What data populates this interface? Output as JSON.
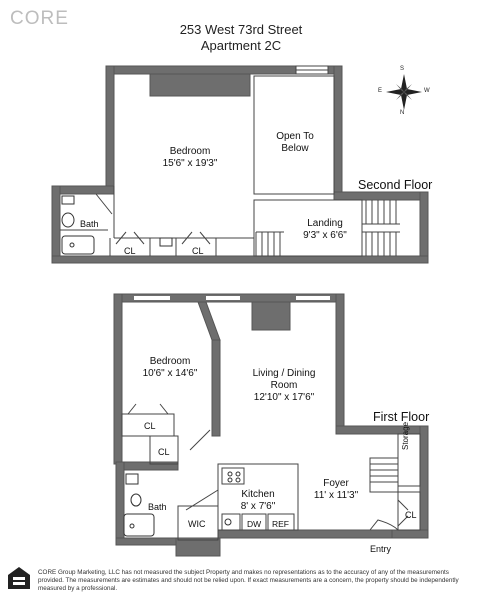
{
  "logo": "CORE",
  "title_line1": "253 West 73rd Street",
  "title_line2": "Apartment 2C",
  "compass": {
    "n": "N",
    "s": "S",
    "e": "E",
    "w": "W"
  },
  "second_floor": {
    "label": "Second Floor",
    "bedroom_name": "Bedroom",
    "bedroom_dim": "15'6\" x 19'3\"",
    "open_to_below_1": "Open To",
    "open_to_below_2": "Below",
    "landing_name": "Landing",
    "landing_dim": "9'3\" x 6'6\"",
    "bath": "Bath",
    "closet_a": "CL",
    "closet_b": "CL"
  },
  "first_floor": {
    "label": "First Floor",
    "bedroom_name": "Bedroom",
    "bedroom_dim": "10'6\" x 14'6\"",
    "living_name_1": "Living / Dining",
    "living_name_2": "Room",
    "living_dim": "12'10\" x 17'6\"",
    "foyer_name": "Foyer",
    "foyer_dim": "11' x 11'3\"",
    "kitchen_name": "Kitchen",
    "kitchen_dim": "8' x 7'6\"",
    "bath": "Bath",
    "wic": "WIC",
    "dw": "DW",
    "ref": "REF",
    "storage": "Storage",
    "closet_bedroom": "CL",
    "closet_hall": "CL",
    "closet_foyer": "CL",
    "entry": "Entry"
  },
  "disclaimer": "CORE Group Marketing, LLC has not measured the subject Property and makes no representations as to the accuracy of any of the measurements provided. The measurements are estimates and should not be relied upon. If exact measurements are a concern, the property should be independently measured by a professional."
}
